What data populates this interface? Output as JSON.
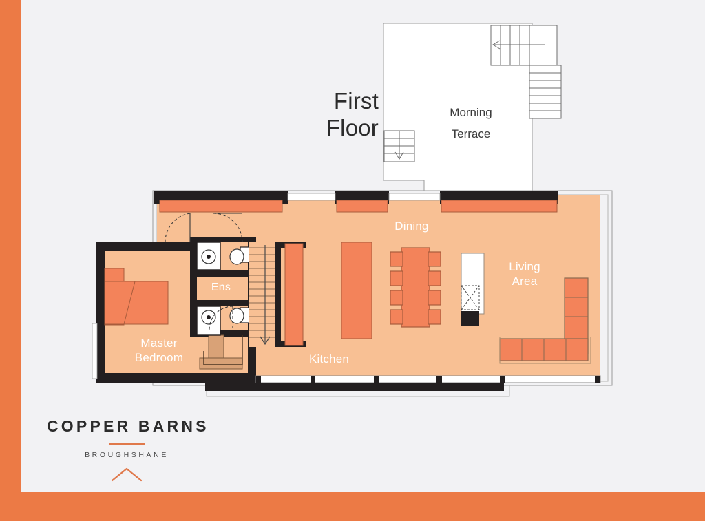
{
  "document": {
    "title_line1": "First",
    "title_line2": "Floor"
  },
  "theme": {
    "page_bg": "#f2f2f4",
    "frame_orange": "#ec7a45",
    "floor_fill": "#f8c094",
    "furniture_fill": "#f3835a",
    "wall_black": "#231f20",
    "label_white": "#ffffff",
    "text_dark": "#2b2b2b",
    "line_grey": "#808080"
  },
  "plan": {
    "outdoor": {
      "terrace_label_line1": "Morning",
      "terrace_label_line2": "Terrace",
      "terrace_stair_direction": "left",
      "inner_stair_direction": "down"
    },
    "rooms": [
      {
        "id": "master-bedroom",
        "label": "Master\nBedroom"
      },
      {
        "id": "ensuite",
        "label": "Ens"
      },
      {
        "id": "kitchen",
        "label": "Kitchen"
      },
      {
        "id": "dining",
        "label": "Dining"
      },
      {
        "id": "living-area",
        "label": "Living\nArea"
      }
    ],
    "features": {
      "main_stair_direction": "down",
      "dining_seats": 8,
      "bed_count": 1,
      "ensuite_count": 2,
      "sofa_type": "L-shaped sectional"
    }
  },
  "logo": {
    "title": "COPPER BARNS",
    "subtitle": "BROUGHSHANE"
  }
}
